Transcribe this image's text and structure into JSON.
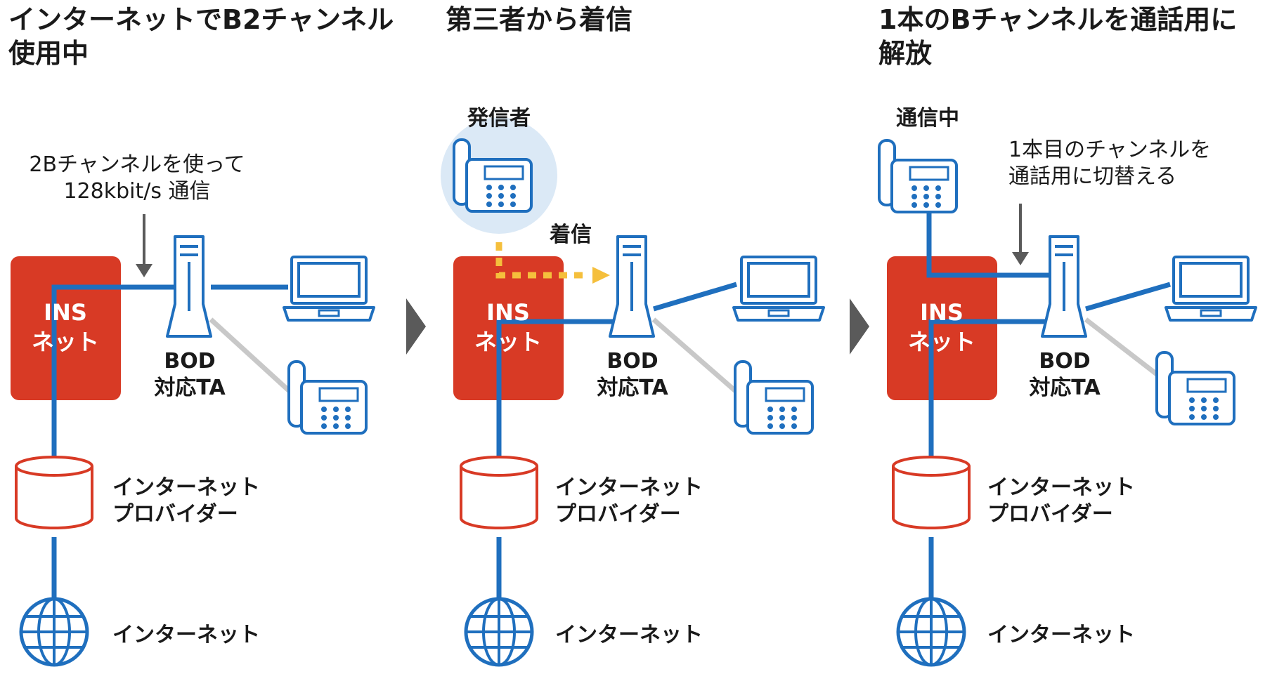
{
  "colors": {
    "accent_blue": "#1f6fbe",
    "ins_red": "#d83a25",
    "incoming_yellow": "#f5bf3c",
    "line_gray": "#c8c8c8",
    "highlight": "#dbe9f6",
    "arrow_gray": "#5a5a5a"
  },
  "panels": [
    {
      "title": "インターネットでB2チャンネル\n使用中",
      "ins_label": "INS\nネット",
      "ta_label": "BOD\n対応TA",
      "provider_label": "インターネット\nプロバイダー",
      "internet_label": "インターネット",
      "annotation": "2Bチャンネルを使って\n128kbit/s 通信"
    },
    {
      "title": "第三者から着信",
      "ins_label": "INS\nネット",
      "ta_label": "BOD\n対応TA",
      "provider_label": "インターネット\nプロバイダー",
      "internet_label": "インターネット",
      "caller_label": "発信者",
      "incoming_label": "着信"
    },
    {
      "title": "1本のBチャンネルを通話用に\n解放",
      "ins_label": "INS\nネット",
      "ta_label": "BOD\n対応TA",
      "provider_label": "インターネット\nプロバイダー",
      "internet_label": "インターネット",
      "talking_label": "通信中",
      "annotation": "1本目のチャンネルを\n通話用に切替える"
    }
  ]
}
